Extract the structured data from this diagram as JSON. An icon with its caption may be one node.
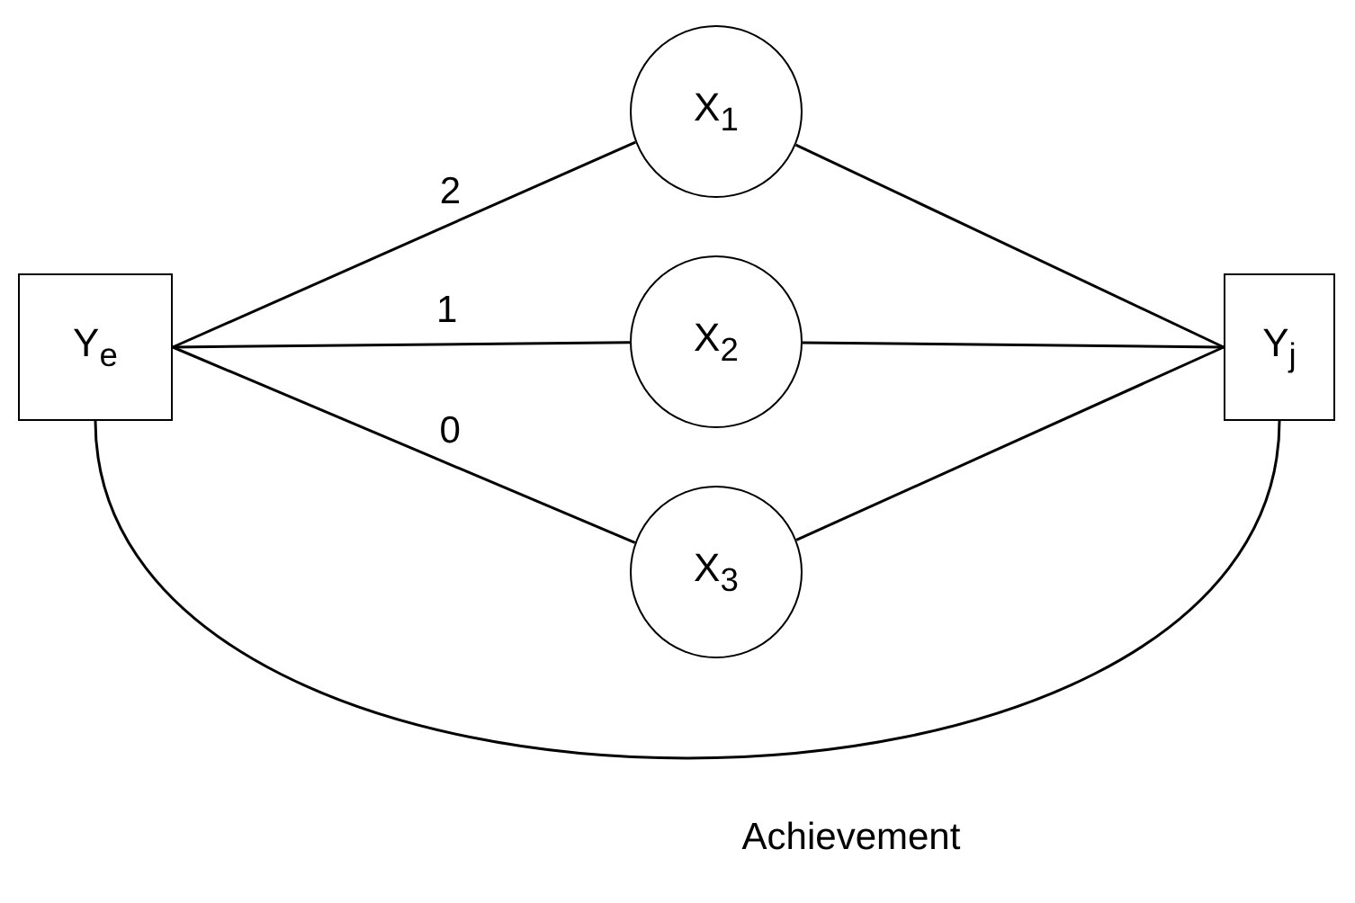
{
  "diagram": {
    "nodes": [
      {
        "text": [
          "Y$_{e}$"
        ]
      },
      {
        "text": [
          "X$_{1}$"
        ]
      },
      {
        "text": [
          "X$_{2}$"
        ]
      },
      {
        "text": [
          "X$_{3}$"
        ]
      },
      {
        "text": [
          "Y$_{j}$"
        ]
      }
    ],
    "edges": [
      {
        "from": 0,
        "to": 1,
        "arrow": "none",
        "label": "2"
      },
      {
        "from": 0,
        "to": 2,
        "arrow": "none",
        "label": "1"
      },
      {
        "from": 0,
        "to": 3,
        "arrow": "none",
        "label": "0"
      },
      {
        "from": 1,
        "to": 4,
        "arrow": "none"
      },
      {
        "from": 2,
        "to": 4,
        "arrow": "none"
      },
      {
        "from": 3,
        "to": 4,
        "arrow": "none"
      },
      {
        "from": 0,
        "to": 4,
        "arrow": "none",
        "label": "Achievement"
      }
    ]
  }
}
